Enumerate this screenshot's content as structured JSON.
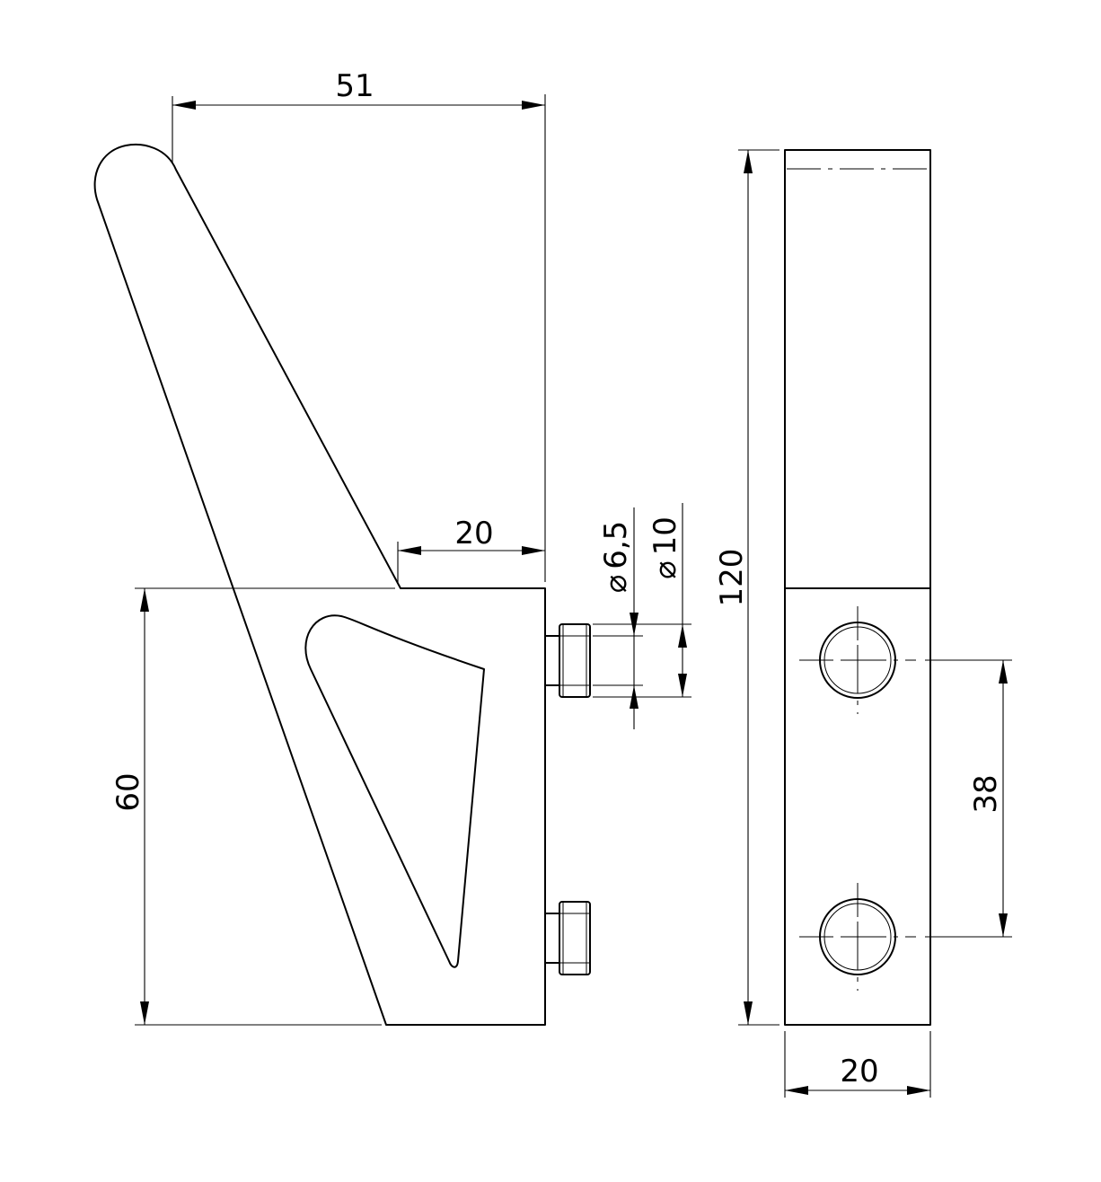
{
  "dimensions": {
    "overall_width": "51",
    "base_depth": "20",
    "base_height": "60",
    "screw_thread_diameter": "6,5",
    "screw_head_diameter": "10",
    "total_height": "120",
    "hole_spacing": "38",
    "front_width": "20"
  },
  "diameter_symbol": "⌀"
}
